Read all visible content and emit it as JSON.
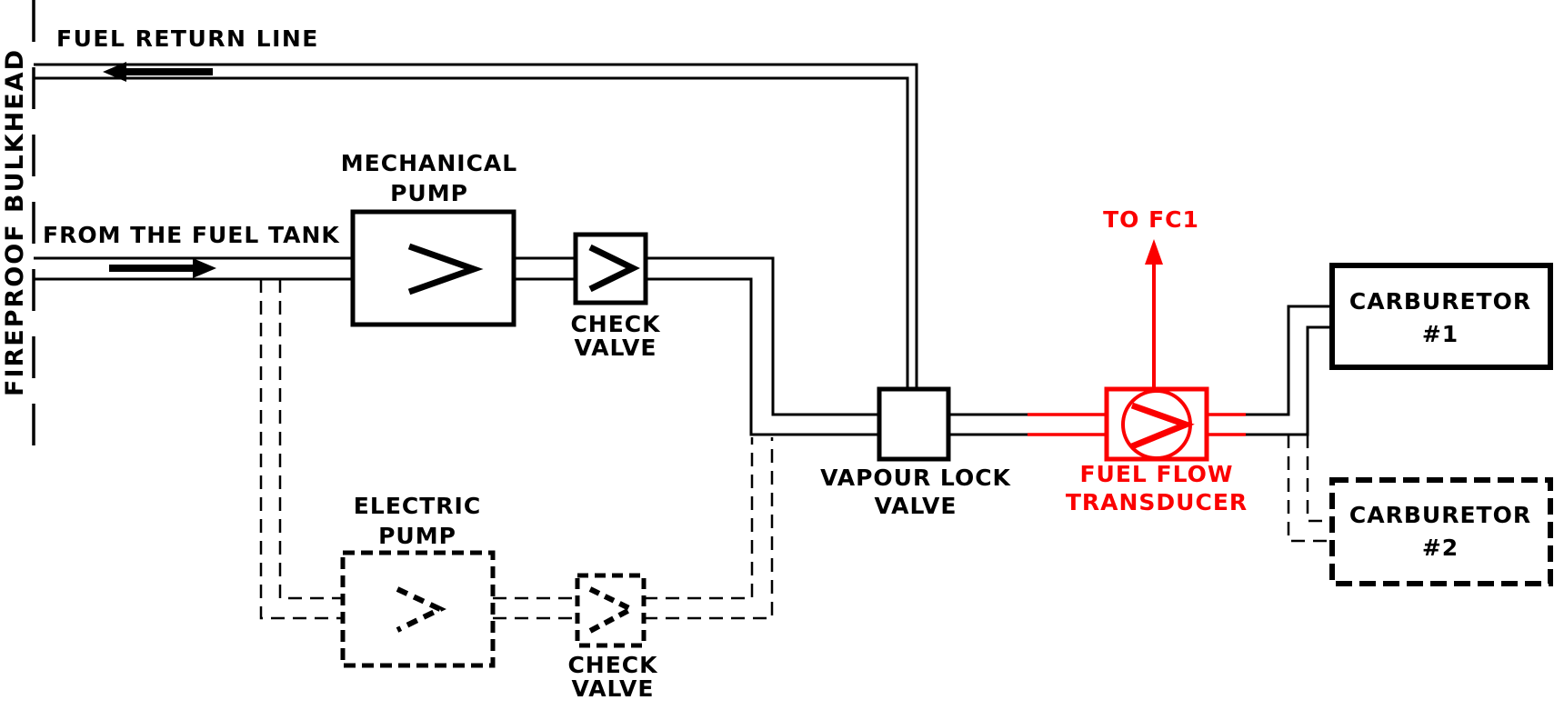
{
  "colors": {
    "line": "#000000",
    "accent_red": "#fb0000",
    "background": "#ffffff"
  },
  "labels": {
    "fireproof_bulkhead": "FIREPROOF BULKHEAD",
    "fuel_return_line": "FUEL RETURN LINE",
    "from_fuel_tank": "FROM THE FUEL TANK",
    "mechanical_pump": "MECHANICAL\nPUMP",
    "mechanical_check_valve": "CHECK\nVALVE",
    "electric_pump": "ELECTRIC\nPUMP",
    "electric_check_valve": "CHECK\nVALVE",
    "vapour_lock_valve": "VAPOUR LOCK\nVALVE",
    "fuel_flow_transducer": "FUEL FLOW\nTRANSDUCER",
    "to_fc1": "TO FC1",
    "carburetor_1": "CARBURETOR\n#1",
    "carburetor_2": "CARBURETOR\n#2"
  }
}
